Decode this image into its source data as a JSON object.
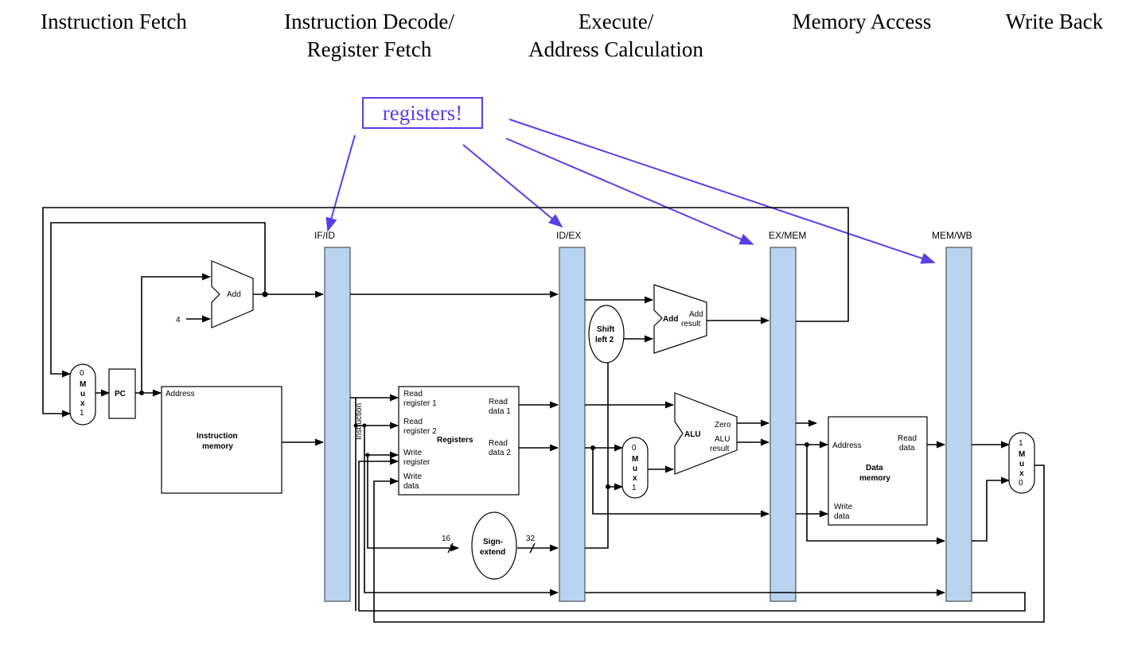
{
  "stages": {
    "if": "Instruction Fetch",
    "id_line1": "Instruction Decode/",
    "id_line2": "Register Fetch",
    "ex_line1": "Execute/",
    "ex_line2": "Address Calculation",
    "mem": "Memory Access",
    "wb": "Write Back"
  },
  "callout": "registers!",
  "pipeline_registers": [
    "IF/ID",
    "ID/EX",
    "EX/MEM",
    "MEM/WB"
  ],
  "blocks": {
    "pc": "PC",
    "add": "Add",
    "four": "4",
    "mux": [
      "0",
      "M",
      "u",
      "x",
      "1"
    ],
    "mux_rev": [
      "1",
      "M",
      "u",
      "x",
      "0"
    ],
    "instr_mem_address": "Address",
    "instr_mem_l1": "Instruction",
    "instr_mem_l2": "memory",
    "instruction": "Instruction",
    "rr1_l1": "Read",
    "rr1_l2": "register 1",
    "rr2_l1": "Read",
    "rr2_l2": "register 2",
    "wr_l1": "Write",
    "wr_l2": "register",
    "wd_l1": "Write",
    "wd_l2": "data",
    "registers": "Registers",
    "rd1_l1": "Read",
    "rd1_l2": "data 1",
    "rd2_l1": "Read",
    "rd2_l2": "data 2",
    "shift_l1": "Shift",
    "shift_l2": "left 2",
    "add2": "Add",
    "add_result_l1": "Add",
    "add_result_l2": "result",
    "alu": "ALU",
    "zero": "Zero",
    "alu_result_l1": "ALU",
    "alu_result_l2": "result",
    "sign_l1": "Sign-",
    "sign_l2": "extend",
    "bits16": "16",
    "bits32": "32",
    "dm_address": "Address",
    "dm_read_l1": "Read",
    "dm_read_l2": "data",
    "dm_l1": "Data",
    "dm_l2": "memory",
    "dm_write_l1": "Write",
    "dm_write_l2": "data"
  },
  "colors": {
    "accent": "#5a3ee8",
    "pipeline_register": "#b8d4f0"
  }
}
